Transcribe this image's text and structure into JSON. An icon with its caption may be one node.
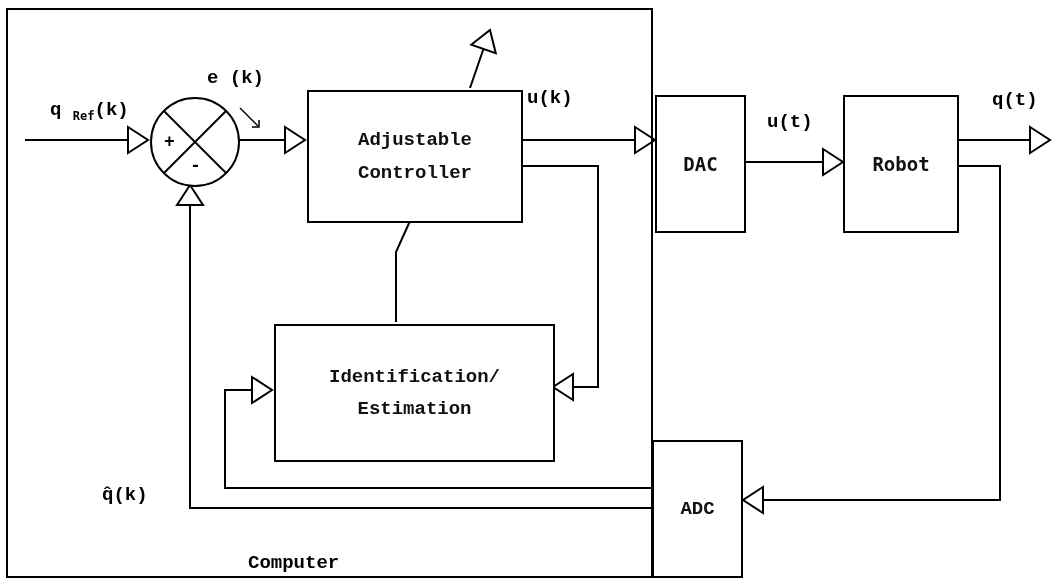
{
  "diagram": {
    "nodes": [
      {
        "text": [
          "Computer"
        ]
      },
      {
        "text": [
          "+",
          "-"
        ],
        "in": 0
      },
      {
        "text": [
          "Adjustable Controller"
        ],
        "in": 0
      },
      {
        "text": [
          "Identification/ Estimation"
        ],
        "in": 0
      },
      {
        "text": [
          "DAC"
        ]
      },
      {
        "text": [
          "Robot"
        ]
      },
      {
        "text": [
          "ADC"
        ]
      }
    ],
    "edges": [
      {
        "from": null,
        "to": 1,
        "arrow": "to",
        "label": "q $_{Ref}$(k)"
      },
      {
        "from": 1,
        "to": 2,
        "arrow": "to",
        "label": "e (k)"
      },
      {
        "from": 2,
        "to": 4,
        "arrow": "to",
        "label": "u(k)"
      },
      {
        "from": 2,
        "to": 3,
        "arrow": "to"
      },
      {
        "from": 2,
        "to": null,
        "arrow": "to"
      },
      {
        "from": 3,
        "to": 2,
        "arrow": "none"
      },
      {
        "from": 4,
        "to": 5,
        "arrow": "to",
        "label": "u(t)"
      },
      {
        "from": 5,
        "to": null,
        "arrow": "to",
        "label": "q(t)"
      },
      {
        "from": 5,
        "to": 6,
        "arrow": "to"
      },
      {
        "from": 6,
        "to": 1,
        "arrow": "to",
        "label": "q̂(k)"
      },
      {
        "from": 6,
        "to": 3,
        "arrow": "to"
      }
    ]
  }
}
